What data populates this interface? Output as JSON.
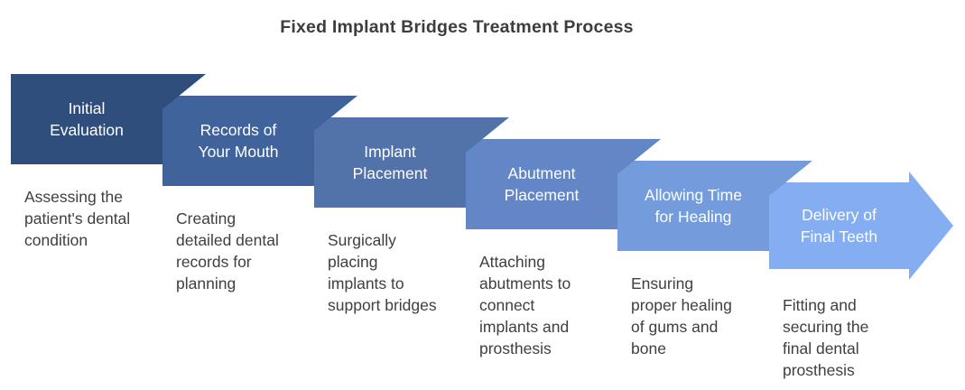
{
  "title": "Fixed Implant Bridges Treatment Process",
  "colors": {
    "background": "#FFFFFF",
    "title_text": "#3D3D3D",
    "description_text": "#3F3F3F",
    "step_label_text": "#FFFFFF"
  },
  "steps": [
    {
      "label": "Initial\nEvaluation",
      "description": "Assessing the\npatient's dental\ncondition",
      "color": "#2F4E7C"
    },
    {
      "label": "Records of\nYour Mouth",
      "description": "Creating\ndetailed dental\nrecords for\nplanning",
      "color": "#41639B"
    },
    {
      "label": "Implant\nPlacement",
      "description": "Surgically\nplacing\nimplants to\nsupport bridges",
      "color": "#5273AA"
    },
    {
      "label": "Abutment\nPlacement",
      "description": "Attaching\nabutments to\nconnect\nimplants and\nprosthesis",
      "color": "#6286C6"
    },
    {
      "label": "Allowing Time\nfor Healing",
      "description": "Ensuring\nproper healing\nof gums and\nbone",
      "color": "#749CDD"
    },
    {
      "label": "Delivery of\nFinal Teeth",
      "description": "Fitting and\nsecuring the\nfinal dental\nprosthesis",
      "color": "#84ADF2"
    }
  ]
}
